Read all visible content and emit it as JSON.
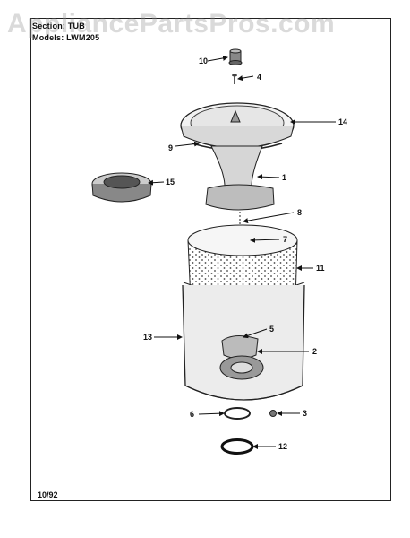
{
  "watermark": "AppliancePartsPros.com",
  "header": {
    "section_line": "Section: TUB",
    "model_line": "Models: LWM205"
  },
  "footer": {
    "date": "10/92"
  },
  "callouts": {
    "c10": "10",
    "c4": "4",
    "c14": "14",
    "c9": "9",
    "c1": "1",
    "c15": "15",
    "c8": "8",
    "c7": "7",
    "c11": "11",
    "c13": "13",
    "c5": "5",
    "c2": "2",
    "c6": "6",
    "c3": "3",
    "c12": "12"
  }
}
